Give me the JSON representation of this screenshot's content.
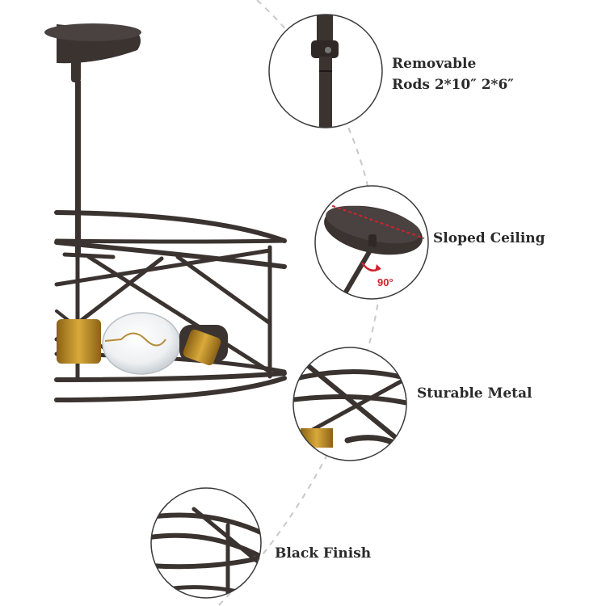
{
  "features": [
    {
      "id": "rods",
      "lines": [
        "Removable",
        "Rods 2*10″ 2*6″"
      ]
    },
    {
      "id": "sloped",
      "lines": [
        "Sloped Ceiling"
      ]
    },
    {
      "id": "metal",
      "lines": [
        "Sturable Metal"
      ]
    },
    {
      "id": "finish",
      "lines": [
        "Black Finish"
      ]
    }
  ],
  "angle_badge": "90°",
  "colors": {
    "metal": "#3b3330",
    "brass": "#b88a2a",
    "accent_red": "#d0222f",
    "dashed_arc": "#c8c8c8",
    "label_text": "#2a2a2a"
  }
}
